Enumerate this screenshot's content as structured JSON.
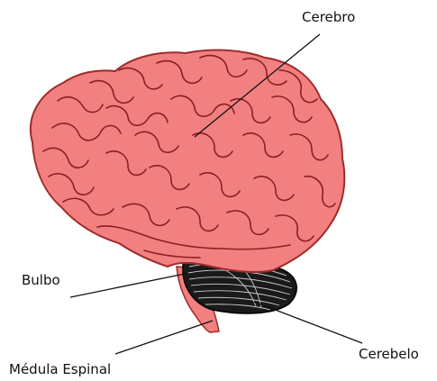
{
  "labels": {
    "cerebro": "Cerebro",
    "bulbo": "Bulbo",
    "medula": "Médula Espinal",
    "cerebelo": "Cerebelo"
  },
  "colors": {
    "brain_fill": "#f28080",
    "brain_stroke": "#9e2b2b",
    "sulci": "#8a1f1f",
    "cerebellum_fill": "#1a1a1a",
    "cerebellum_lines": "#e8e8e8",
    "leader_line": "#111111"
  }
}
